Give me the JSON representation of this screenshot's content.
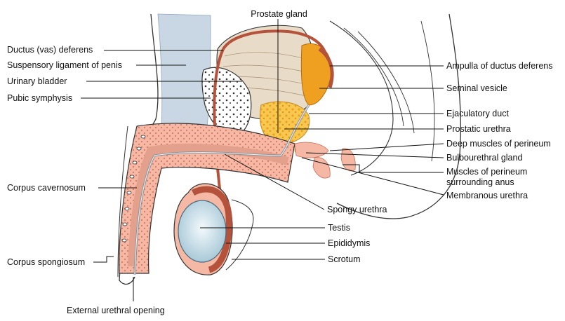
{
  "labels": {
    "prostate_gland": "Prostate gland",
    "ductus_deferens": "Ductus (vas) deferens",
    "suspensory_ligament": "Suspensory ligament of penis",
    "urinary_bladder": "Urinary bladder",
    "pubic_symphysis": "Pubic symphysis",
    "corpus_cavernosum": "Corpus cavernosum",
    "corpus_spongiosum": "Corpus spongiosum",
    "external_urethral_opening": "External urethral opening",
    "ampulla": "Ampulla of ductus deferens",
    "seminal_vesicle": "Seminal vesicle",
    "ejaculatory_duct": "Ejaculatory duct",
    "prostatic_urethra": "Prostatic urethra",
    "deep_muscles": "Deep muscles of perineum",
    "bulbourethral_gland": "Bulbourethral gland",
    "muscles_anus_1": "Muscles of perineum",
    "muscles_anus_2": "surrounding anus",
    "membranous_urethra": "Membranous urethra",
    "spongy_urethra": "Spongy urethra",
    "testis": "Testis",
    "epididymis": "Epididymis",
    "scrotum": "Scrotum"
  },
  "colors": {
    "erectile_tissue": "#f4b8a4",
    "erectile_dots": "#d9775f",
    "vas_deferens": "#b5523b",
    "seminal_vesicle": "#f0a020",
    "prostate": "#f7c850",
    "testis": "#cfe3ec",
    "bladder_muscle": "#e8dcc8",
    "ligament": "#c9d6e3",
    "outline": "#333333",
    "leader": "#111111"
  }
}
